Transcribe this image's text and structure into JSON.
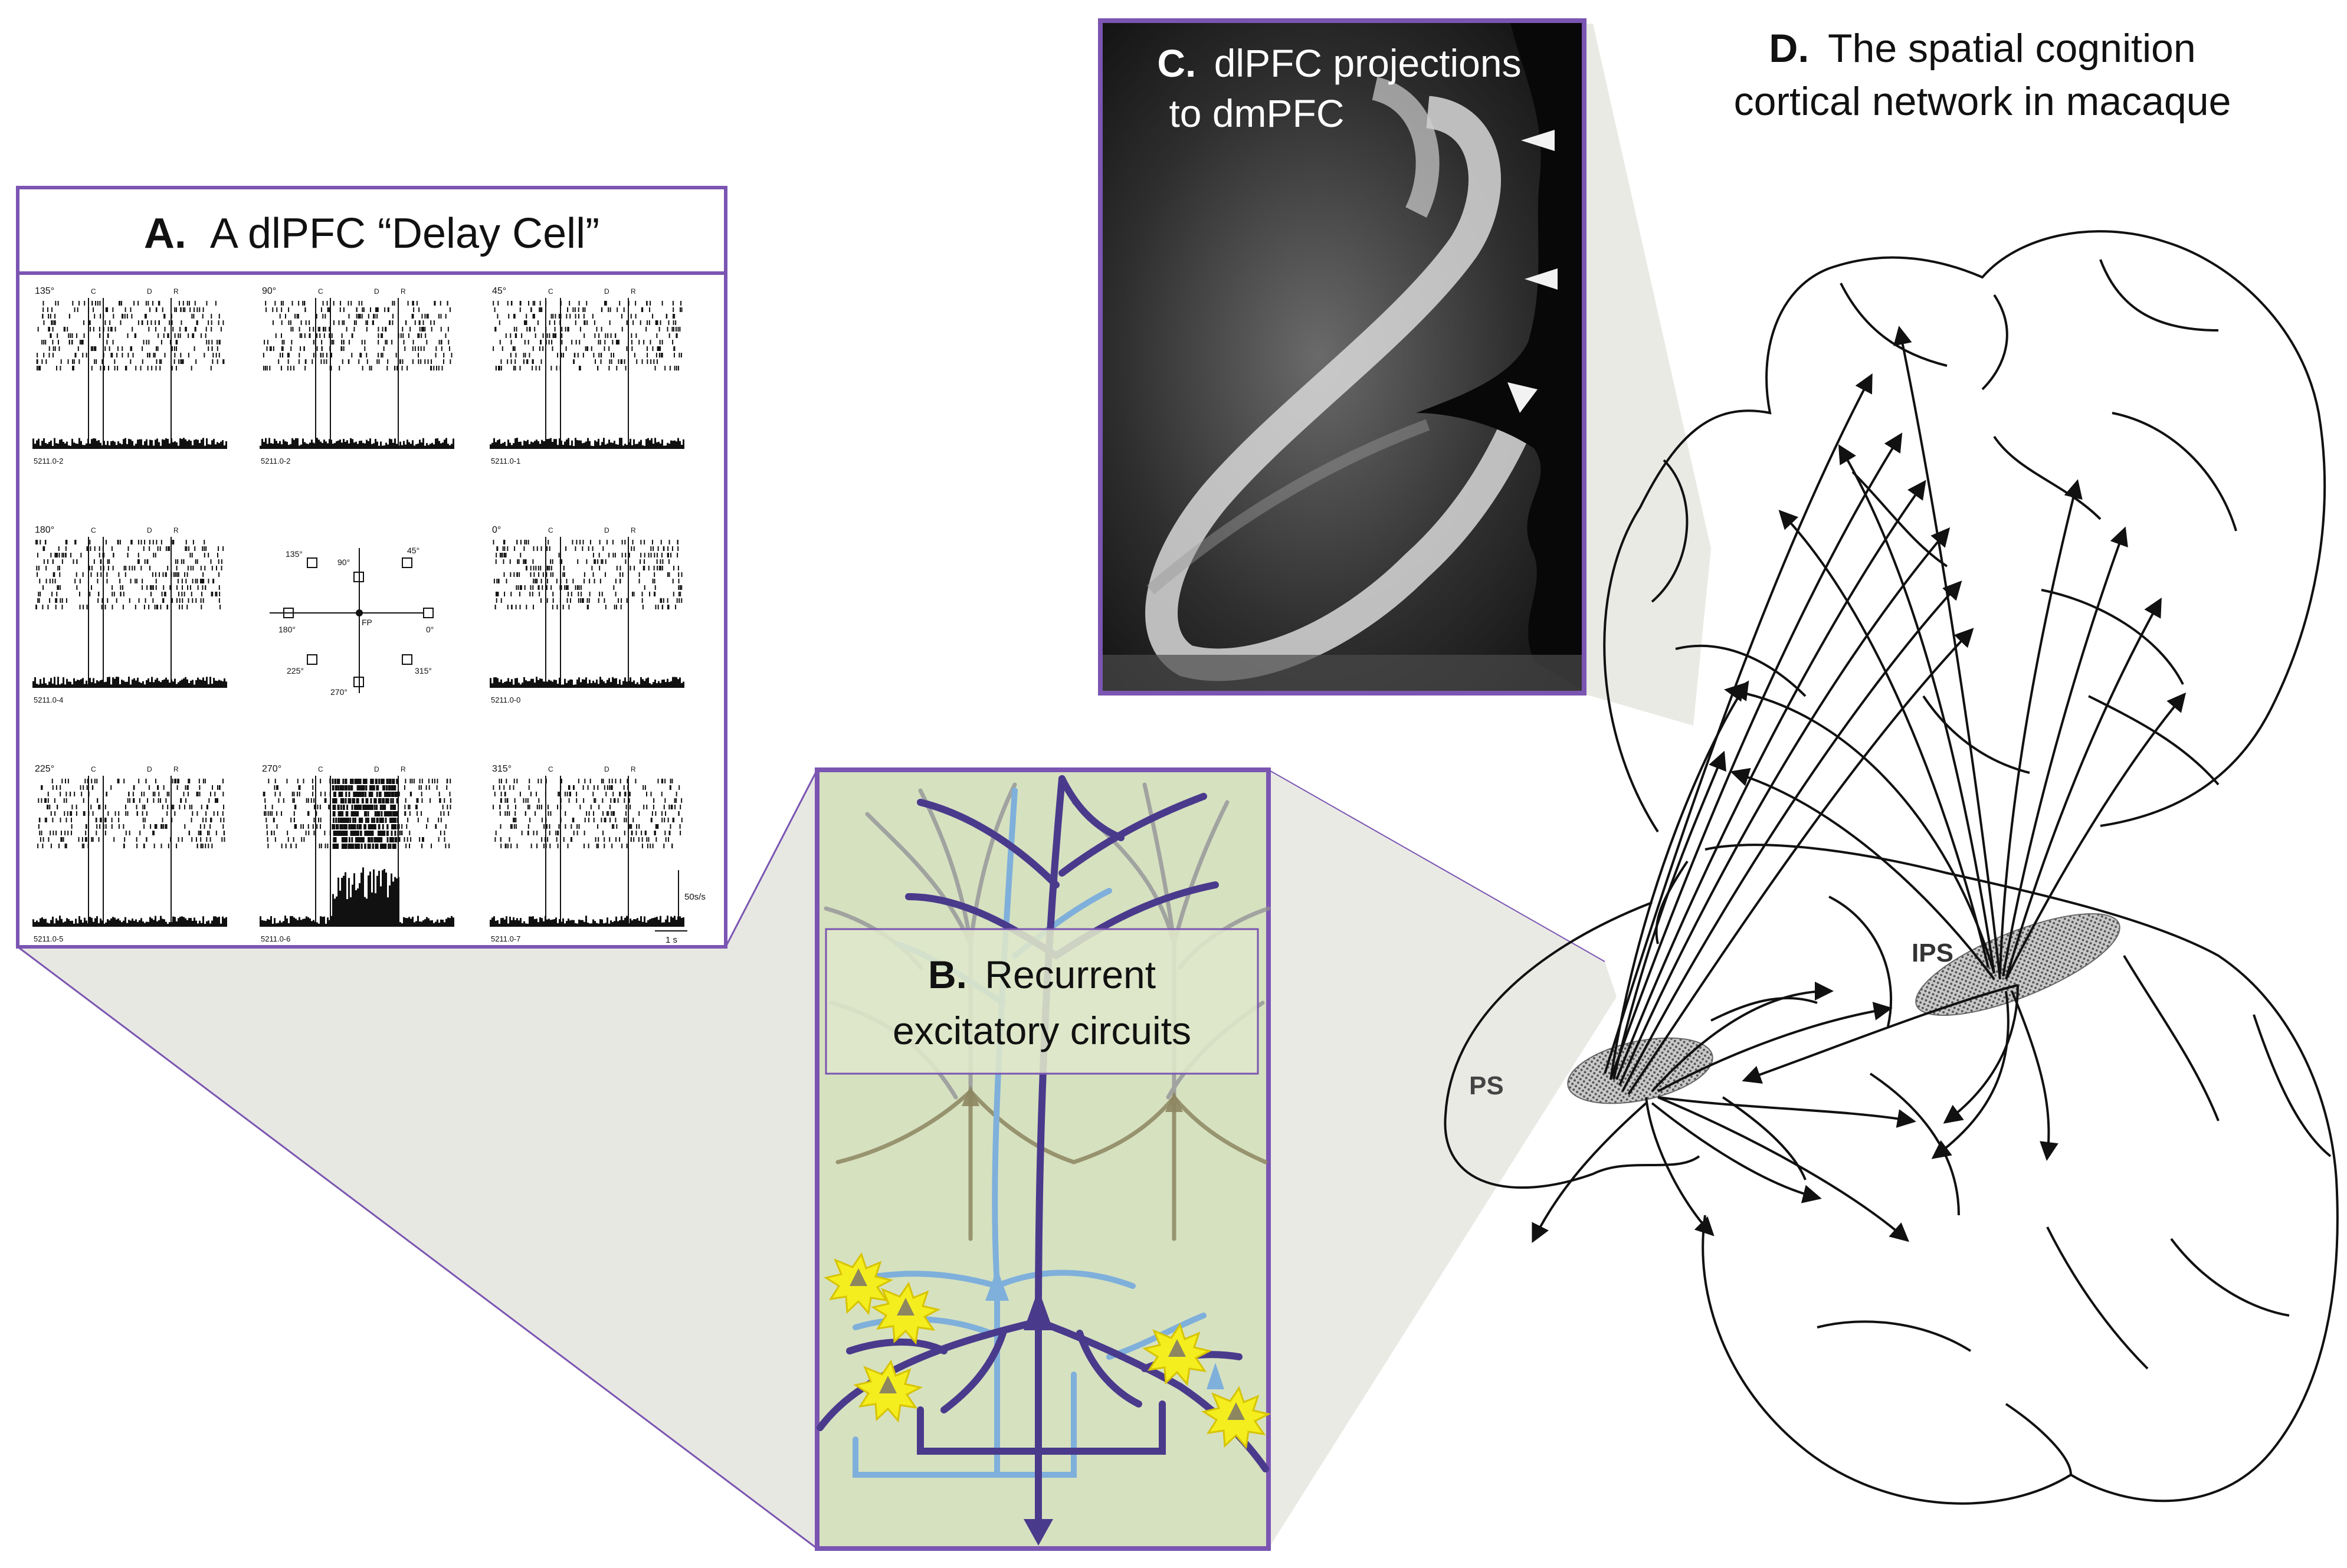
{
  "colors": {
    "frame_purple": "#7b55b2",
    "callout_fill": "#d6d6cc",
    "panel_b_bg": "#d6e1c0",
    "neuron_dark": "#4a3a8c",
    "neuron_light": "#7fb0db",
    "neuron_grey": "#8f8f95",
    "neuron_olive": "#8d8660",
    "burst_yellow": "#f4ee1e",
    "raster_ink": "#111111",
    "stipple_grey": "#9a9a9a"
  },
  "panel_a": {
    "letter": "A.",
    "title": "A dlPFC “Delay Cell”",
    "events": [
      "C",
      "D",
      "R"
    ],
    "cells": [
      {
        "angle_label": "135°",
        "code": "5211.0-2"
      },
      {
        "angle_label": "90°",
        "code": "5211.0-2"
      },
      {
        "angle_label": "45°",
        "code": "5211.0-1"
      },
      {
        "angle_label": "180°",
        "code": "5211.0-4"
      },
      {
        "angle_label": "0°",
        "code": "5211.0-0"
      },
      {
        "angle_label": "225°",
        "code": "5211.0-5"
      },
      {
        "angle_label": "270°",
        "code": "5211.0-6"
      },
      {
        "angle_label": "315°",
        "code": "5211.0-7"
      }
    ],
    "center_diagram": {
      "fixation_label": "FP",
      "targets": [
        "90°",
        "45°",
        "0°",
        "315°",
        "270°",
        "225°",
        "180°",
        "135°"
      ]
    },
    "rate_scale": "50s/s",
    "time_scale": "1 s"
  },
  "panel_b": {
    "letter": "B.",
    "title_line1": "Recurrent",
    "title_line2": "excitatory circuits"
  },
  "panel_c": {
    "letter": "C.",
    "title_line1": "dlPFC projections",
    "title_line2": "to dmPFC"
  },
  "panel_d": {
    "letter": "D.",
    "title_line1": "The spatial cognition",
    "title_line2": "cortical network in macaque",
    "label_ps": "PS",
    "label_ips": "IPS"
  }
}
